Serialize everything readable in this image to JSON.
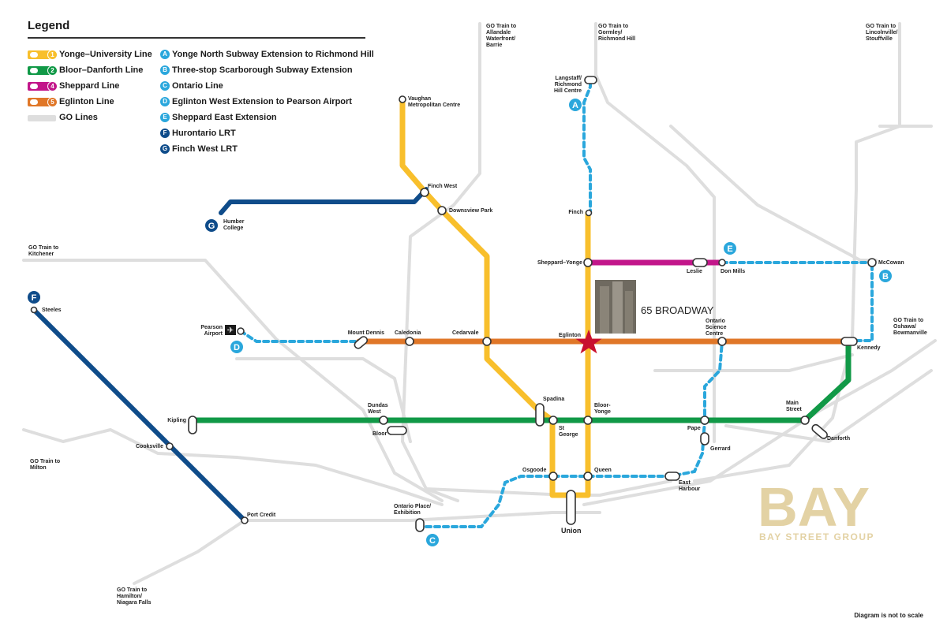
{
  "legend": {
    "title": "Legend",
    "lines": [
      {
        "label": "Yonge–University Line",
        "number": "1",
        "color": "#f8bf2c"
      },
      {
        "label": "Bloor–Danforth Line",
        "number": "2",
        "color": "#119947"
      },
      {
        "label": "Sheppard Line",
        "number": "4",
        "color": "#c2168a"
      },
      {
        "label": "Eglinton Line",
        "number": "5",
        "color": "#e07728"
      },
      {
        "label": "GO Lines",
        "number": "",
        "color": "#dedede"
      }
    ],
    "projects": [
      {
        "badge": "A",
        "label": "Yonge North Subway Extension to Richmond Hill",
        "color": "#2aa7dc"
      },
      {
        "badge": "B",
        "label": "Three-stop Scarborough Subway Extension",
        "color": "#2aa7dc"
      },
      {
        "badge": "C",
        "label": "Ontario Line",
        "color": "#2aa7dc"
      },
      {
        "badge": "D",
        "label": "Eglinton West Extension to Pearson Airport",
        "color": "#2aa7dc"
      },
      {
        "badge": "E",
        "label": "Sheppard East Extension",
        "color": "#2aa7dc"
      },
      {
        "badge": "F",
        "label": "Hurontario LRT",
        "color": "#0f4c8a"
      },
      {
        "badge": "G",
        "label": "Finch West LRT",
        "color": "#0f4c8a"
      }
    ]
  },
  "go_destinations": [
    "GO Train to|Allandale|Waterfront/|Barrie",
    "GO Train to|Gormley/|Richmond Hill",
    "GO Train to|Lincolnville/|Stouffville",
    "GO Train to|Kitchener",
    "GO Train to|Oshawa/|Bowmanville",
    "GO Train to|Milton",
    "GO Train to|Hamilton/|Niagara Falls"
  ],
  "stations": [
    "Langstaff/|Richmond|Hill Centre",
    "Vaughan|Metropolitan Centre",
    "Finch West",
    "Downsview Park",
    "Humber|College",
    "Finch",
    "Sheppard–Yonge",
    "Leslie",
    "Don Mills",
    "McCowan",
    "Steeles",
    "Pearson|Airport",
    "Mount Dennis",
    "Caledonia",
    "Cedarvale",
    "Eglinton",
    "Ontario|Science|Centre",
    "Kennedy",
    "Kipling",
    "Dundas|West",
    "Bloor",
    "Spadina",
    "St|George",
    "Bloor-|Yonge",
    "Pape",
    "Main|Street",
    "Danforth",
    "Cooksville",
    "Gerrard",
    "Osgoode",
    "Queen",
    "East|Harbour",
    "Ontario Place/|Exhibition",
    "Union",
    "Port Credit"
  ],
  "map_badges": [
    "A",
    "B",
    "C",
    "D",
    "E",
    "F",
    "G"
  ],
  "building_label": "65 BROADWAY",
  "brand": {
    "logo": "BAY",
    "name": "BAY STREET GROUP"
  },
  "note": "Diagram is not to scale",
  "colors": {
    "yonge": "#f8bf2c",
    "bloor": "#119947",
    "sheppard": "#c2168a",
    "eglinton": "#e07728",
    "go": "#dedede",
    "future": "#2aa7dc",
    "lrt": "#0f4c8a",
    "star": "#c8102e",
    "gold": "#e3d2a4"
  }
}
